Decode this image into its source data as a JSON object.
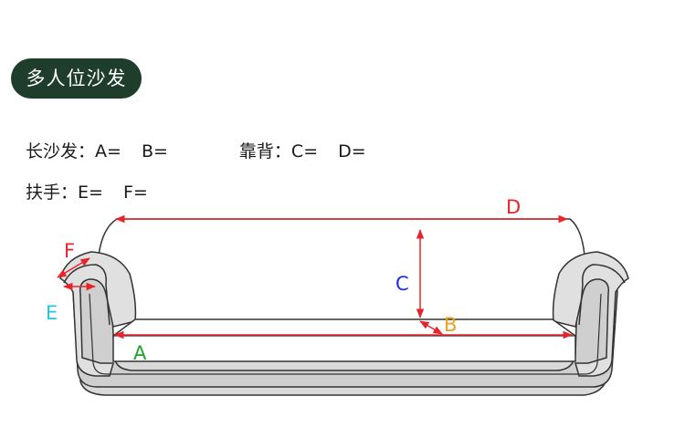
{
  "badge": {
    "title": "多人位沙发"
  },
  "fields": {
    "sofa_label": "长沙发：",
    "a": "A=",
    "b": "B=",
    "back_label": "靠背：",
    "c": "C=",
    "d": "D=",
    "arm_label": "扶手：",
    "e": "E=",
    "f": "F="
  },
  "diagram": {
    "labels": {
      "A": "A",
      "B": "B",
      "C": "C",
      "D": "D",
      "E": "E",
      "F": "F"
    },
    "colors": {
      "arrow": "#e8242b",
      "A": "#1fa32b",
      "B": "#e8a21c",
      "C": "#1b2fe0",
      "D": "#e8242b",
      "E": "#27c4d8",
      "F": "#e8242b",
      "badge": "#1f3d2b"
    }
  }
}
